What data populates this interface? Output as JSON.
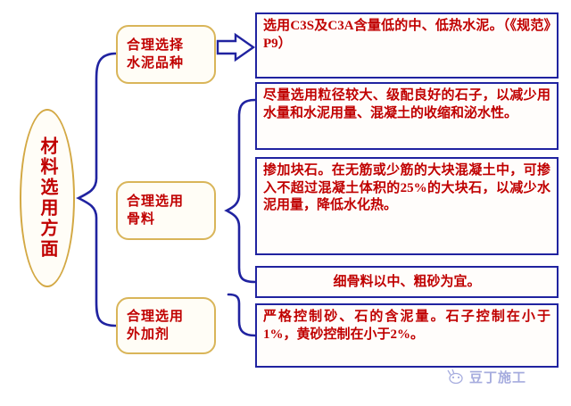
{
  "diagram": {
    "root": {
      "label": "材料选用方面",
      "shape": "ellipse",
      "border_color": "#d3a843",
      "text_color": "#c00000"
    },
    "branches": [
      {
        "id": "cement",
        "label_line1": "合理选择",
        "label_line2": "水泥品种",
        "border_color": "#d9b559"
      },
      {
        "id": "aggregate",
        "label_line1": "合理选用",
        "label_line2": "骨料",
        "border_color": "#d9b559"
      },
      {
        "id": "admixture",
        "label_line1": "合理选用",
        "label_line2": "外加剂",
        "border_color": "#d9b559"
      }
    ],
    "details": [
      {
        "id": "detail-1",
        "text": "选用C3S及C3A含量低的中、低热水泥。（《规范》P9）",
        "border_color": "#2023a0"
      },
      {
        "id": "detail-2",
        "text": "尽量选用粒径较大、级配良好的石子，以减少用水量和水泥用量、混凝土的收缩和泌水性。",
        "border_color": "#2023a0"
      },
      {
        "id": "detail-3",
        "text": "掺加块石。在无筋或少筋的大块混凝土中，可掺入不超过混凝土体积的25%的大块石，以减少水泥用量，降低水化热。",
        "border_color": "#2023a0"
      },
      {
        "id": "detail-4",
        "text": "细骨料以中、粗砂为宜。",
        "border_color": "#2023a0"
      },
      {
        "id": "detail-5",
        "text": "严格控制砂、石的含泥量。石子控制在小于1%，黄砂控制在小于2%。",
        "border_color": "#2023a0"
      }
    ],
    "connectors": {
      "root_to_branches": "curly-brace",
      "cement_to_detail1": "hollow-arrow",
      "aggregate_to_details": "curly-brace",
      "admixture_to_detail5": "curve",
      "line_color": "#2023a0"
    }
  },
  "watermark": {
    "text": "豆丁施工",
    "icon": "doudin-logo-icon",
    "color": "#3b49b8"
  }
}
